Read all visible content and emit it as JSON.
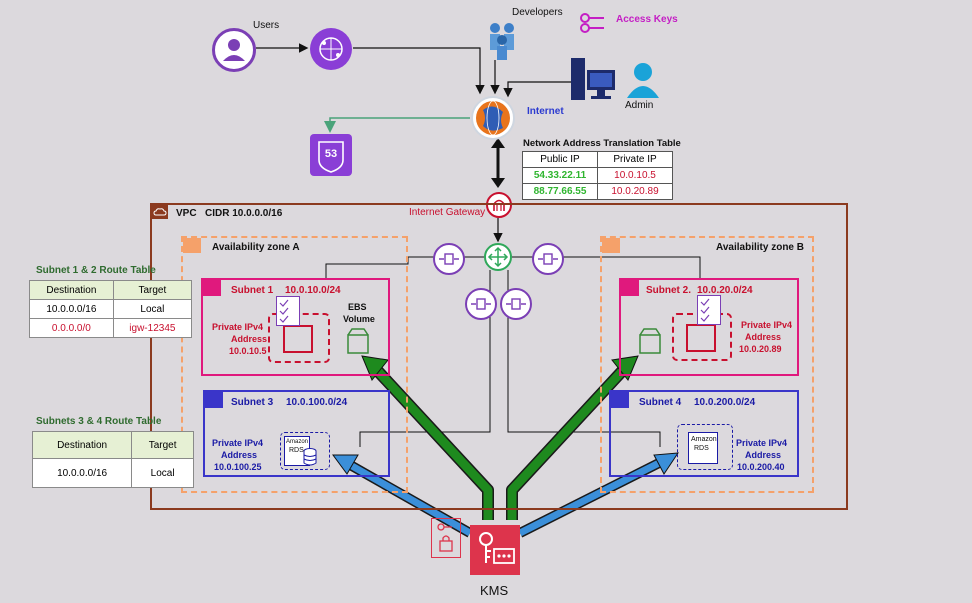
{
  "labels": {
    "users": "Users",
    "developers": "Developers",
    "access_keys": "Access Keys",
    "internet": "Internet",
    "admin": "Admin",
    "route53": "53",
    "internet_gateway": "Internet Gateway",
    "vpc": "VPC",
    "vpc_cidr": "CIDR 10.0.0.0/16",
    "az_a": "Availability zone A",
    "az_b": "Availability zone B",
    "kms": "KMS",
    "ebs_line1": "EBS",
    "ebs_line2": "Volume",
    "amazon": "Amazon",
    "rds": "RDS"
  },
  "nat_table": {
    "title": "Network Address Translation Table",
    "headers": [
      "Public IP",
      "Private IP"
    ],
    "rows": [
      [
        "54.33.22.11",
        "10.0.10.5"
      ],
      [
        "88.77.66.55",
        "10.0.20.89"
      ]
    ]
  },
  "route_table_1_2": {
    "title": "Subnet 1 & 2 Route Table",
    "headers": [
      "Destination",
      "Target"
    ],
    "rows": [
      [
        "10.0.0.0/16",
        "Local"
      ],
      [
        "0.0.0.0/0",
        "igw-12345"
      ]
    ]
  },
  "route_table_3_4": {
    "title": "Subnets 3 & 4 Route Table",
    "headers": [
      "Destination",
      "Target"
    ],
    "rows": [
      [
        "10.0.0.0/16",
        "Local"
      ]
    ]
  },
  "subnets": [
    {
      "name": "Subnet 1",
      "cidr": "10.0.10.0/24",
      "ip_label": "Private IPv4",
      "ip_label2": "Address",
      "ip": "10.0.10.5"
    },
    {
      "name": "Subnet 2.",
      "cidr": "10.0.20.0/24",
      "ip_label": "Private IPv4",
      "ip_label2": "Address",
      "ip": "10.0.20.89"
    },
    {
      "name": "Subnet 3",
      "cidr": "10.0.100.0/24",
      "ip_label": "Private IPv4",
      "ip_label2": "Address",
      "ip": "10.0.100.25"
    },
    {
      "name": "Subnet 4",
      "cidr": "10.0.200.0/24",
      "ip_label": "Private IPv4",
      "ip_label2": "Address",
      "ip": "10.0.200.40"
    }
  ],
  "colors": {
    "vpc_border": "#8b3a1f",
    "subnet_public": "#e0197d",
    "subnet_private": "#3a35c9",
    "az_border": "#f5a16a",
    "kms": "#dd344c",
    "arrow_green": "#1e8a1e",
    "arrow_blue": "#3b8fd9",
    "route_header": "#e6f0d4",
    "icon_purple": "#7b3fb5"
  }
}
